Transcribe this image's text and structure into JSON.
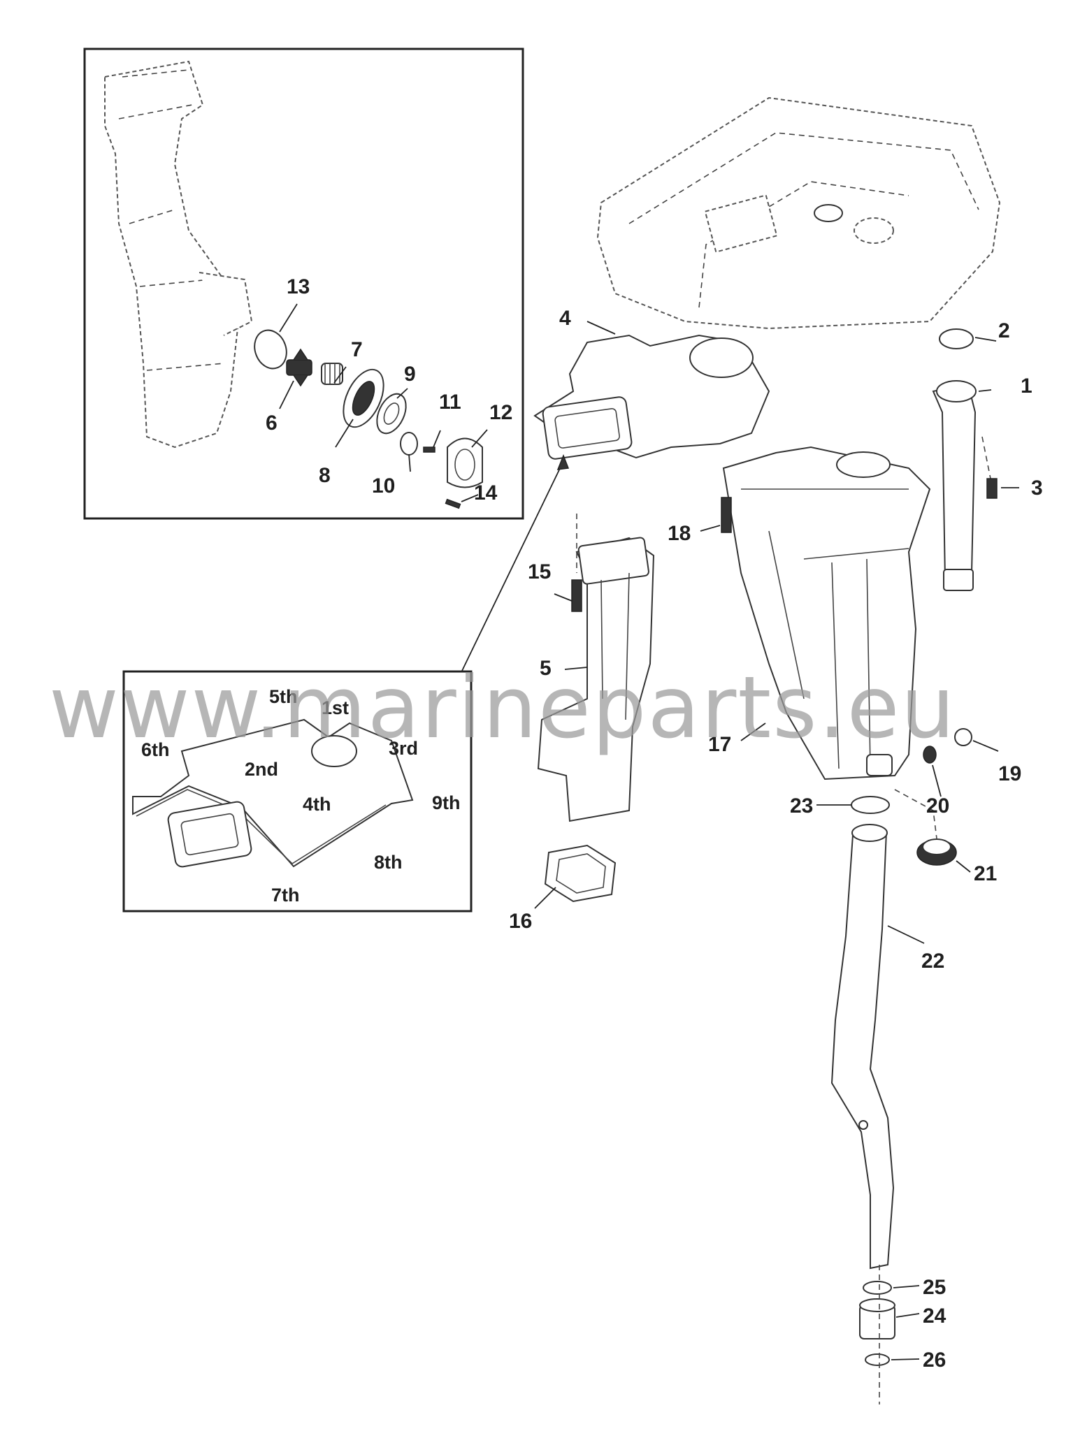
{
  "callouts": {
    "c1": "1",
    "c2": "2",
    "c3": "3",
    "c4": "4",
    "c5": "5",
    "c6": "6",
    "c7": "7",
    "c8": "8",
    "c9": "9",
    "c10": "10",
    "c11": "11",
    "c12": "12",
    "c13": "13",
    "c14": "14",
    "c15": "15",
    "c16": "16",
    "c17": "17",
    "c18": "18",
    "c19": "19",
    "c20": "20",
    "c21": "21",
    "c22": "22",
    "c23": "23",
    "c24": "24",
    "c25": "25",
    "c26": "26"
  },
  "tightening_sequence": {
    "s1": "1st",
    "s2": "2nd",
    "s3": "3rd",
    "s4": "4th",
    "s5": "5th",
    "s6": "6th",
    "s7": "7th",
    "s8": "8th",
    "s9": "9th"
  },
  "watermark": "www.marineparts.eu"
}
